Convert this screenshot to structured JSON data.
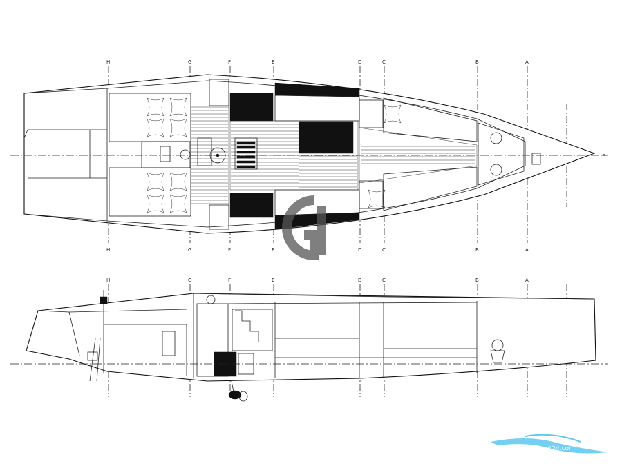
{
  "drawing": {
    "stations": [
      "H",
      "G",
      "F",
      "E",
      "D",
      "C",
      "B",
      "A"
    ],
    "centerline_mark": "S",
    "watermark_letter": "G",
    "logo_text": "boat24.com"
  },
  "colors": {
    "line": "#111111",
    "watermark": "#555555",
    "wave": "#5ac8f0"
  },
  "icons": [
    "bunk-cushion-icon",
    "toilet-icon",
    "sink-icon",
    "engine-icon",
    "propeller-icon",
    "wave-logo-icon"
  ]
}
